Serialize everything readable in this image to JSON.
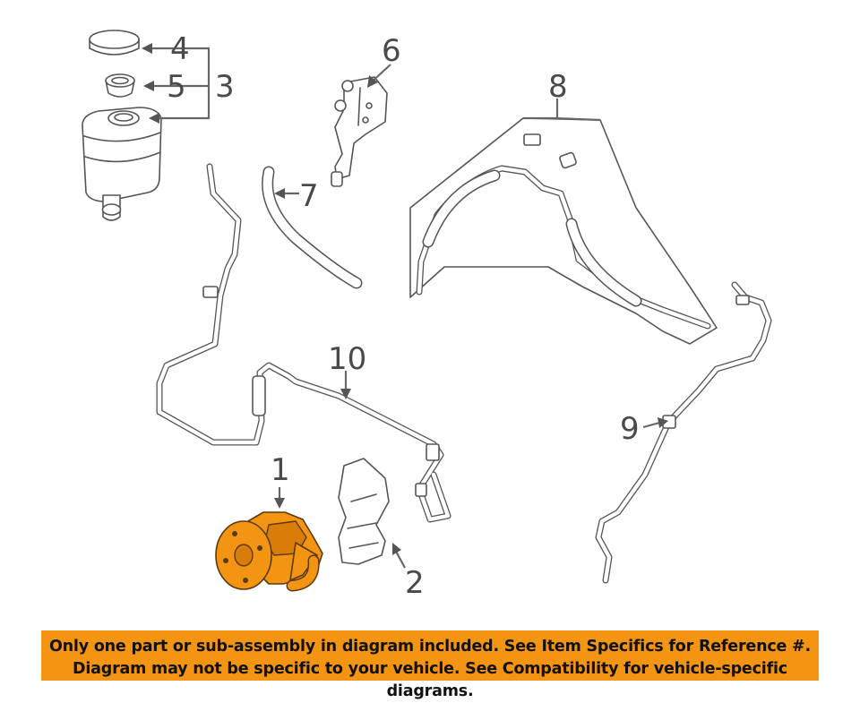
{
  "callouts": {
    "c1": "1",
    "c2": "2",
    "c3": "3",
    "c4": "4",
    "c5": "5",
    "c6": "6",
    "c7": "7",
    "c8": "8",
    "c9": "9",
    "c10": "10"
  },
  "banner": {
    "line1": "Only one part or sub-assembly in diagram included. See Item Specifics for Reference #.",
    "line2": "Diagram may not be specific to your vehicle. See Compatibility for vehicle-specific diagrams."
  },
  "colors": {
    "highlight": "#f39512",
    "line": "#555555",
    "background": "#ffffff"
  },
  "highlighted_part": "1"
}
